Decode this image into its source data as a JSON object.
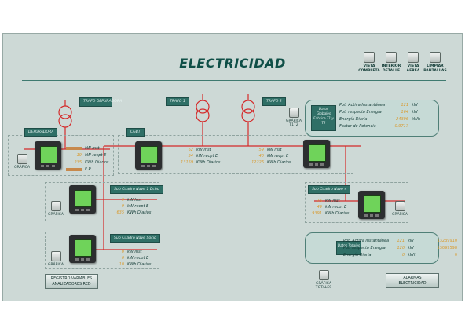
{
  "title": "ELECTRICIDAD",
  "top_buttons": [
    {
      "l1": "VISTA",
      "l2": "COMPLETA"
    },
    {
      "l1": "INTERIOR",
      "l2": "DETALLE"
    },
    {
      "l1": "VISTA",
      "l2": "AEREA"
    },
    {
      "l1": "LIMPIAR",
      "l2": "PANTALLAS"
    }
  ],
  "trafos": {
    "depuradora": "TRAFO DEPURADORA",
    "t1": "TRAFO 1",
    "t2": "TRAFO 2"
  },
  "tags": {
    "depuradora": "DEPURADORA",
    "cgbt": "CGBT",
    "sub1": "Sub Cuadro Nave 1 Dcho",
    "sub2": "Sub Cuadro Nave Socio",
    "sub4": "Sub Cuadro Nave 4"
  },
  "grafica": "GRÁFICA",
  "grafica_t1t2": "GRÁFICA T1T2",
  "units": {
    "kw_inst": "kW Inst",
    "kw_rept": "kW recpt E",
    "kwh_diarios": "KWh Diarios"
  },
  "fp": "F P",
  "depuradora_vals": {
    "kw": "",
    "e": "19",
    "kwh": "235"
  },
  "t1_vals": {
    "kw": "62",
    "e": "54",
    "kwh": "13159"
  },
  "t2_vals": {
    "kw": "59",
    "e": "40",
    "kwh": "12225"
  },
  "sub1_vals": {
    "kw": "9",
    "e": "9",
    "kwh": "635"
  },
  "sub2_vals": {
    "kw": "0",
    "e": "0",
    "kwh": "10"
  },
  "sub4_vals": {
    "kw": "76",
    "e": "49",
    "kwh": "9391"
  },
  "datos_t1t2": {
    "badge": "Datos Globales Fabrica T1 y T2",
    "rows": [
      {
        "label": "Pot. Activa Instantánea",
        "val": "121",
        "unit": "kW"
      },
      {
        "label": "Pot. respecto Energía",
        "val": "164",
        "unit": "kW"
      },
      {
        "label": "Energía Diaria",
        "val": "24396",
        "unit": "kWh"
      },
      {
        "label": "Factor de Potencia",
        "val": "0.9717",
        "unit": ""
      }
    ]
  },
  "datos_totales": {
    "badge": "Datos Totales",
    "rows": [
      {
        "label": "Pot. Activa Instantánea",
        "val": "121",
        "unit": "kW"
      },
      {
        "label": "Pot. respecto Energía",
        "val": "120",
        "unit": "kW"
      },
      {
        "label": "Energía Diaria",
        "val": "0",
        "unit": "kWh"
      }
    ],
    "side": [
      "13239910",
      "13099598",
      "0"
    ]
  },
  "bottom": {
    "registro_l1": "REGISTRO VARIABLES",
    "registro_l2": "ANALIZADORES RED",
    "grafica_totales_l1": "GRÁFICA",
    "grafica_totales_l2": "TOTALES",
    "alarmas_l1": "ALARMAS",
    "alarmas_l2": "ELECTRICIDAD"
  }
}
